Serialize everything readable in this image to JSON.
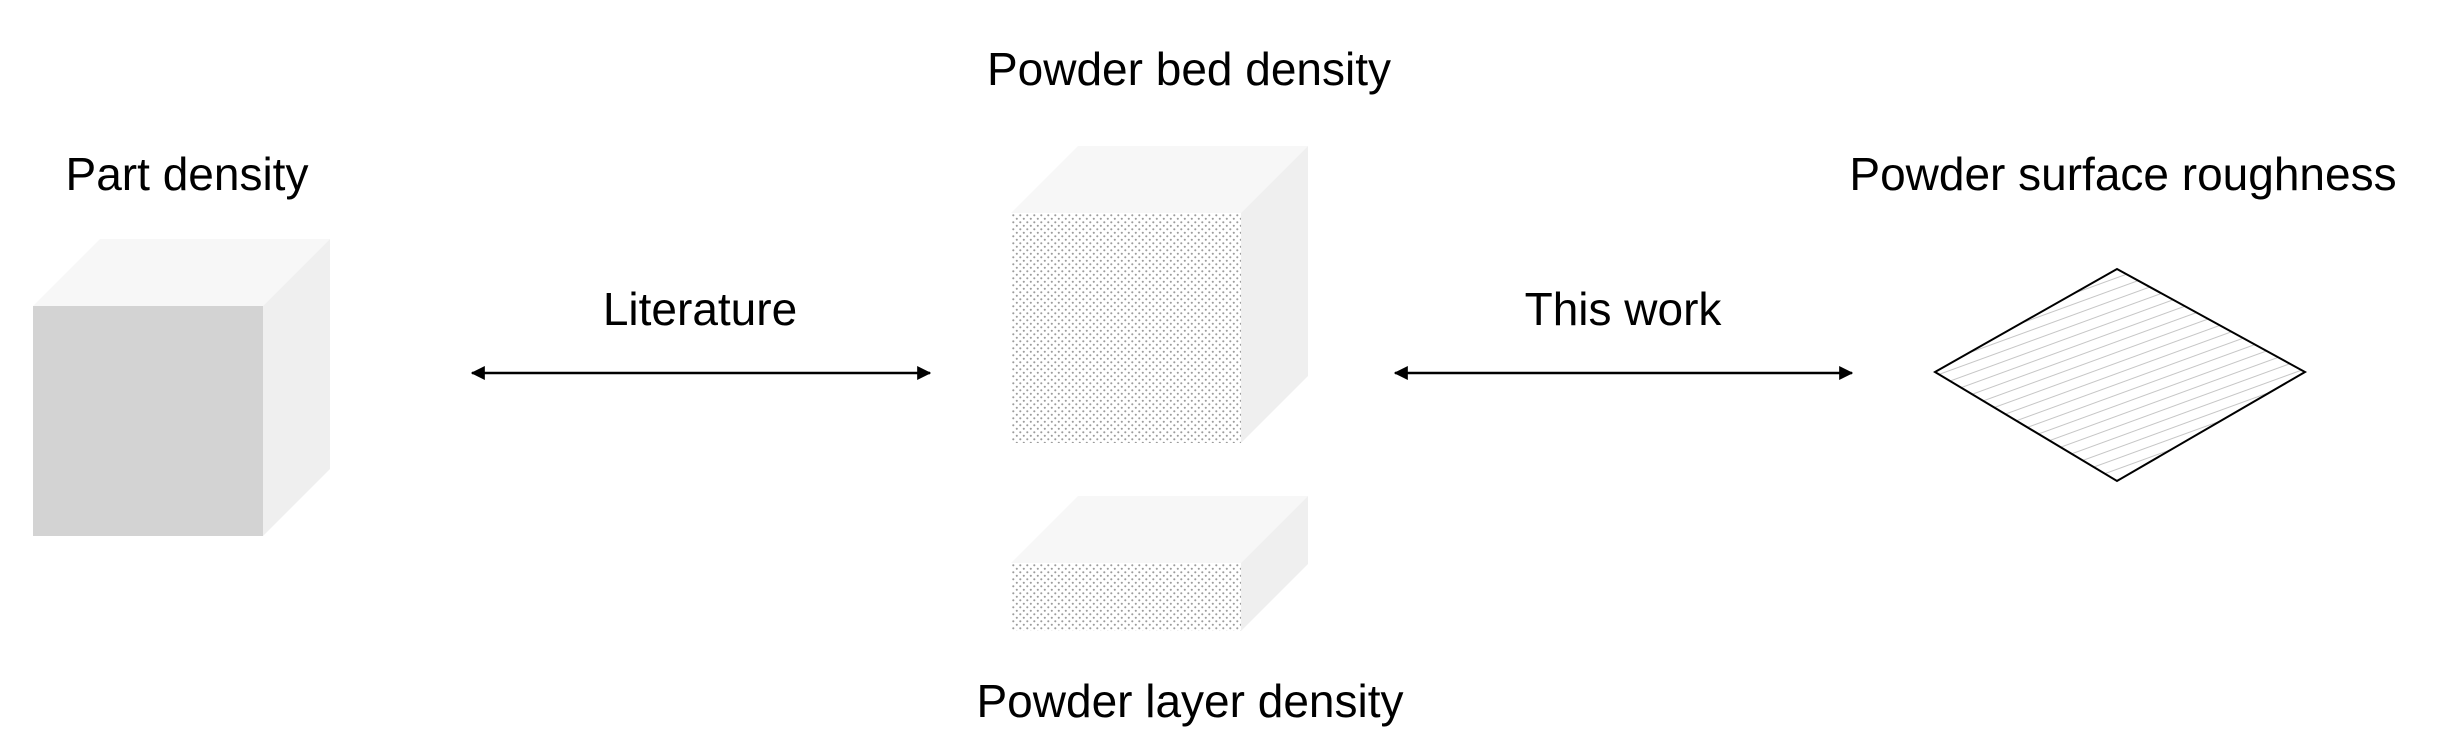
{
  "labels": {
    "part_density": "Part density",
    "powder_bed_density": "Powder bed density",
    "powder_surface_roughness": "Powder surface roughness",
    "powder_layer_density": "Powder layer density",
    "literature": "Literature",
    "this_work": "This work"
  },
  "colors": {
    "part_front": "#d3d3d3",
    "cube_side": "#efefef",
    "cube_top": "#f7f7f7",
    "dots": "#a6a6a6",
    "line": "#000000",
    "background": "#ffffff"
  },
  "icons": {
    "part_cube": "solid-cube-icon",
    "bed_cube": "dotted-cube-icon",
    "layer_slab": "dotted-slab-icon",
    "surface": "hatched-diamond-icon",
    "arrows": "double-headed-arrow-icon"
  }
}
